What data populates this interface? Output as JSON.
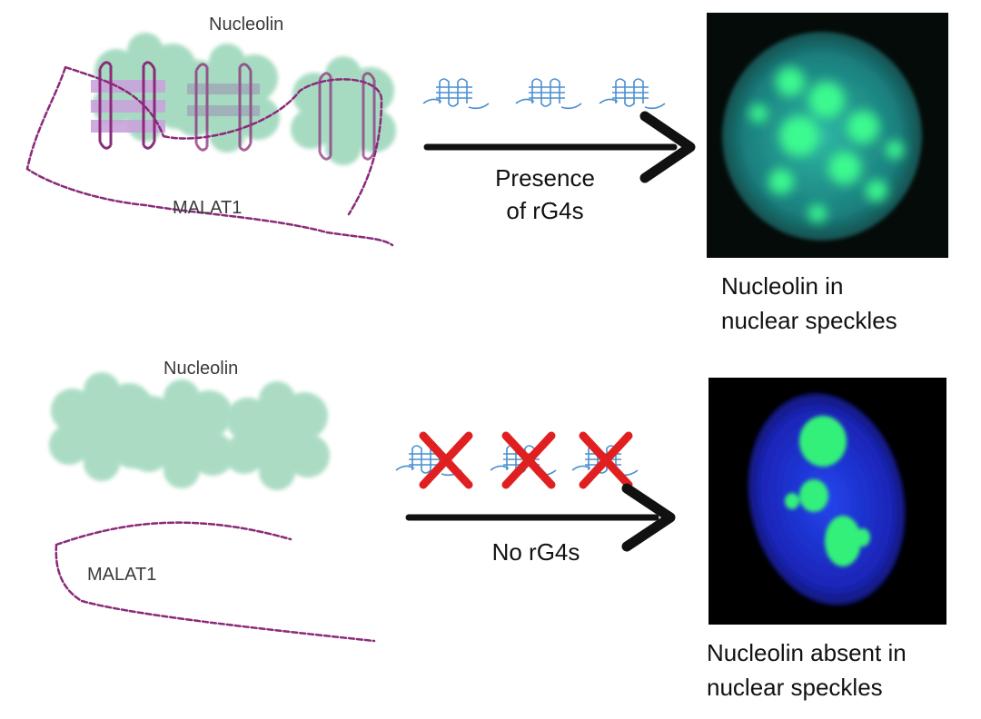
{
  "top": {
    "protein_label": "Nucleolin",
    "rna_label": "MALAT1",
    "arrow_label_line1": "Presence",
    "arrow_label_line2": "of rG4s",
    "caption_line1": "Nucleolin in",
    "caption_line2": "nuclear speckles",
    "nucleus_color": "#1d8f8a",
    "speckle_color": "#3cff8f"
  },
  "bottom": {
    "protein_label": "Nucleolin",
    "rna_label": "MALAT1",
    "arrow_label": "No rG4s",
    "caption_line1": "Nucleolin absent in",
    "caption_line2": "nuclear speckles",
    "nucleus_color": "#1a2fd0",
    "speckle_color": "#33f07a",
    "cross_color": "#e02020"
  },
  "colors": {
    "rna_strand": "#8a2a7a",
    "protein_blob": "#8fd1b0",
    "quadruplex_top": "#b98fcf",
    "g4_icon": "#4a8fd0",
    "arrow": "#111111"
  }
}
